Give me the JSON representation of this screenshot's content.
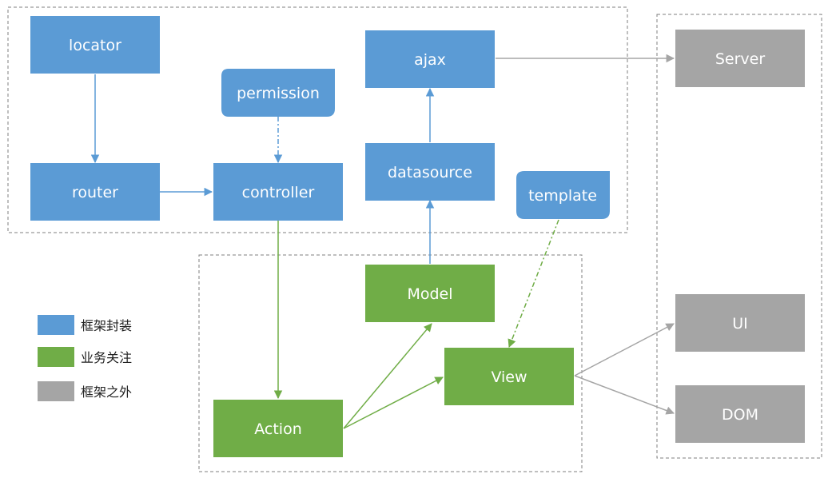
{
  "colors": {
    "framework": "#5b9bd5",
    "business": "#70ad47",
    "external": "#a5a5a5",
    "arrow_blue": "#5b9bd5",
    "arrow_green": "#70ad47",
    "arrow_gray": "#a5a5a5"
  },
  "nodes": {
    "locator": "locator",
    "router": "router",
    "controller": "controller",
    "permission": "permission",
    "ajax": "ajax",
    "datasource": "datasource",
    "template": "template",
    "server": "Server",
    "model": "Model",
    "view": "View",
    "action": "Action",
    "ui": "UI",
    "dom": "DOM"
  },
  "legend": [
    {
      "label": "框架封装",
      "color": "#5b9bd5"
    },
    {
      "label": "业务关注",
      "color": "#70ad47"
    },
    {
      "label": "框架之外",
      "color": "#a5a5a5"
    }
  ]
}
